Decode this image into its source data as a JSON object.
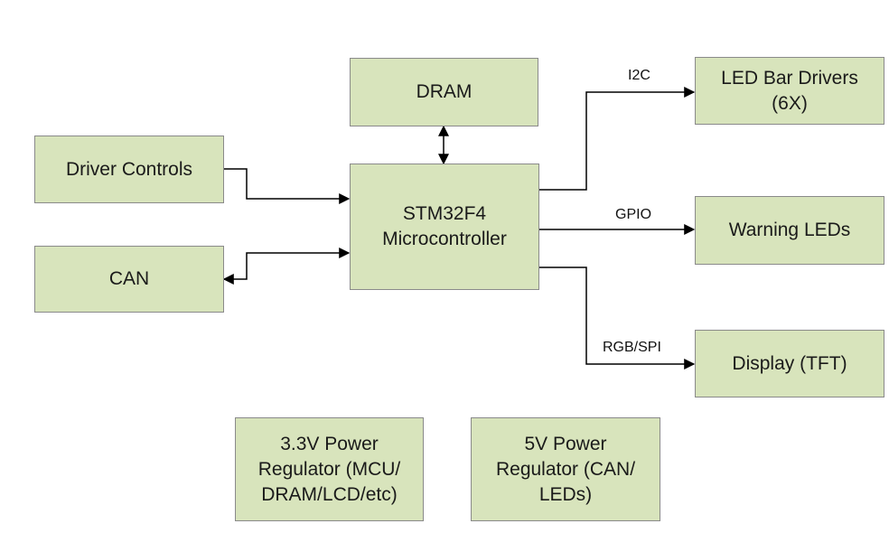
{
  "colors": {
    "block_fill": "#d8e4bc",
    "block_border": "#8a8a8a",
    "wire": "#000000"
  },
  "blocks": {
    "dram": {
      "lines": [
        "DRAM"
      ]
    },
    "driver_controls": {
      "lines": [
        "Driver Controls"
      ]
    },
    "can": {
      "lines": [
        "CAN"
      ]
    },
    "mcu": {
      "lines": [
        "STM32F4",
        "Microcontroller"
      ]
    },
    "led_bar_drivers": {
      "lines": [
        "LED Bar Drivers",
        "(6X)"
      ]
    },
    "warning_leds": {
      "lines": [
        "Warning LEDs"
      ]
    },
    "display": {
      "lines": [
        "Display (TFT)"
      ]
    },
    "reg_3v3": {
      "lines": [
        "3.3V Power",
        "Regulator (MCU/",
        "DRAM/LCD/etc)"
      ]
    },
    "reg_5v": {
      "lines": [
        "5V Power",
        "Regulator (CAN/",
        "LEDs)"
      ]
    }
  },
  "connections": {
    "i2c": "I2C",
    "gpio": "GPIO",
    "rgb_spi": "RGB/SPI"
  }
}
